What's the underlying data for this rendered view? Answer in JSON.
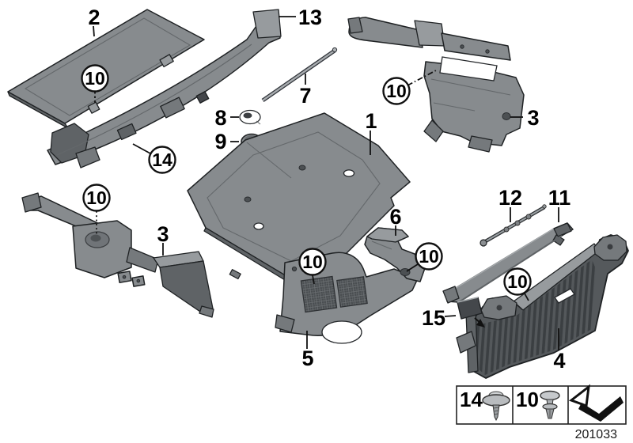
{
  "diagram": {
    "type": "vehicle-parts-diagram",
    "drawing_number": "201033",
    "callouts": {
      "1": "1",
      "2": "2",
      "3": "3",
      "4": "4",
      "5": "5",
      "6": "6",
      "7": "7",
      "8": "8",
      "9": "9",
      "10": "10",
      "11": "11",
      "12": "12",
      "13": "13",
      "14": "14",
      "15": "15"
    },
    "parts": [
      {
        "callout": "2",
        "shape": "parcel-shelf-panel"
      },
      {
        "callout": "13",
        "shape": "mounting-rail"
      },
      {
        "callout": "7",
        "shape": "thin-rod"
      },
      {
        "callout": "8",
        "shape": "washer-grommet"
      },
      {
        "callout": "9",
        "shape": "cap-grommet"
      },
      {
        "callout": "3",
        "shape": "right-side-bracket"
      },
      {
        "callout": "1",
        "shape": "floor-trim-panel"
      },
      {
        "callout": "3",
        "shape": "left-side-bracket"
      },
      {
        "callout": "5",
        "shape": "wheel-arch-trim"
      },
      {
        "callout": "6",
        "shape": "small-bracket"
      },
      {
        "callout": "11",
        "shape": "sill-strip"
      },
      {
        "callout": "12",
        "shape": "ribbed-rod"
      },
      {
        "callout": "4",
        "shape": "rear-ribbed-trim-panel"
      },
      {
        "callout": "15",
        "shape": "adhesive-pad"
      }
    ],
    "fastener_callouts": {
      "expansion_rivet": "10",
      "screw_rivet": "14"
    }
  },
  "legend": {
    "cells": [
      {
        "label": "14",
        "icon": "screw-rivet-icon"
      },
      {
        "label": "10",
        "icon": "expansion-rivet-icon"
      },
      {
        "label": "",
        "icon": "direction-arrow-icon"
      }
    ]
  },
  "colors": {
    "background": "#ffffff",
    "part_fill": "#878b8e",
    "part_dark": "#5f6366",
    "outline": "#1f2224",
    "label": "#000000"
  }
}
